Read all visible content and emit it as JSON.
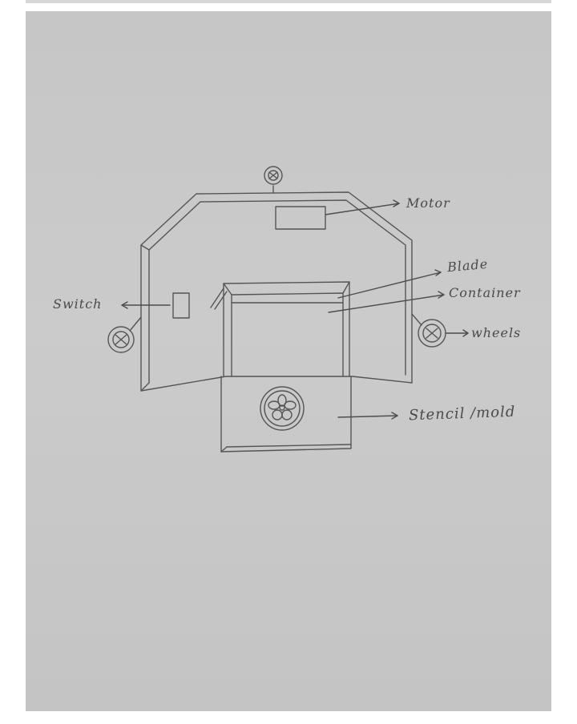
{
  "colors": {
    "paper": "#c8c8c8",
    "pencil": "#4a4a4a"
  },
  "labels": {
    "motor": "Motor",
    "blade": "Blade",
    "container": "Container",
    "switch": "Switch",
    "wheels": "wheels",
    "stencil": "Stencil /mold"
  }
}
